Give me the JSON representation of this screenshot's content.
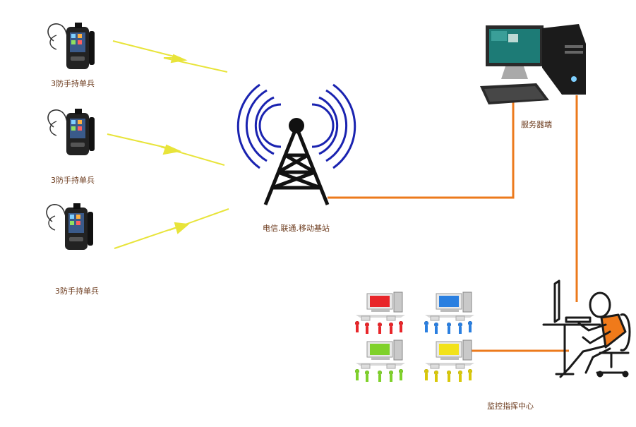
{
  "labels": {
    "handheld_1": "3防手持单兵",
    "handheld_2": "3防手持单兵",
    "handheld_3": "3防手持单兵",
    "base_station": "电信.联通.移动基站",
    "server": "服务器端",
    "command_center": "监控指挥中心"
  },
  "colors": {
    "link_line": "#ec7a1c",
    "wireless_bolt": "#e8e43a",
    "tower": "#111111",
    "radio_waves": "#1a23b0",
    "operator_shirt": "#f07a1a",
    "group_red": "#e8262a",
    "group_blue": "#2a7fe0",
    "group_green": "#7fd12a",
    "group_yellow": "#f2e21a"
  },
  "icons": {
    "handheld": "rugged-handheld-radio-icon",
    "tower": "cell-tower-icon",
    "server": "desktop-server-icon",
    "operator": "operator-at-workstation-icon",
    "monitor_group": "monitoring-workstation-group-icon"
  }
}
